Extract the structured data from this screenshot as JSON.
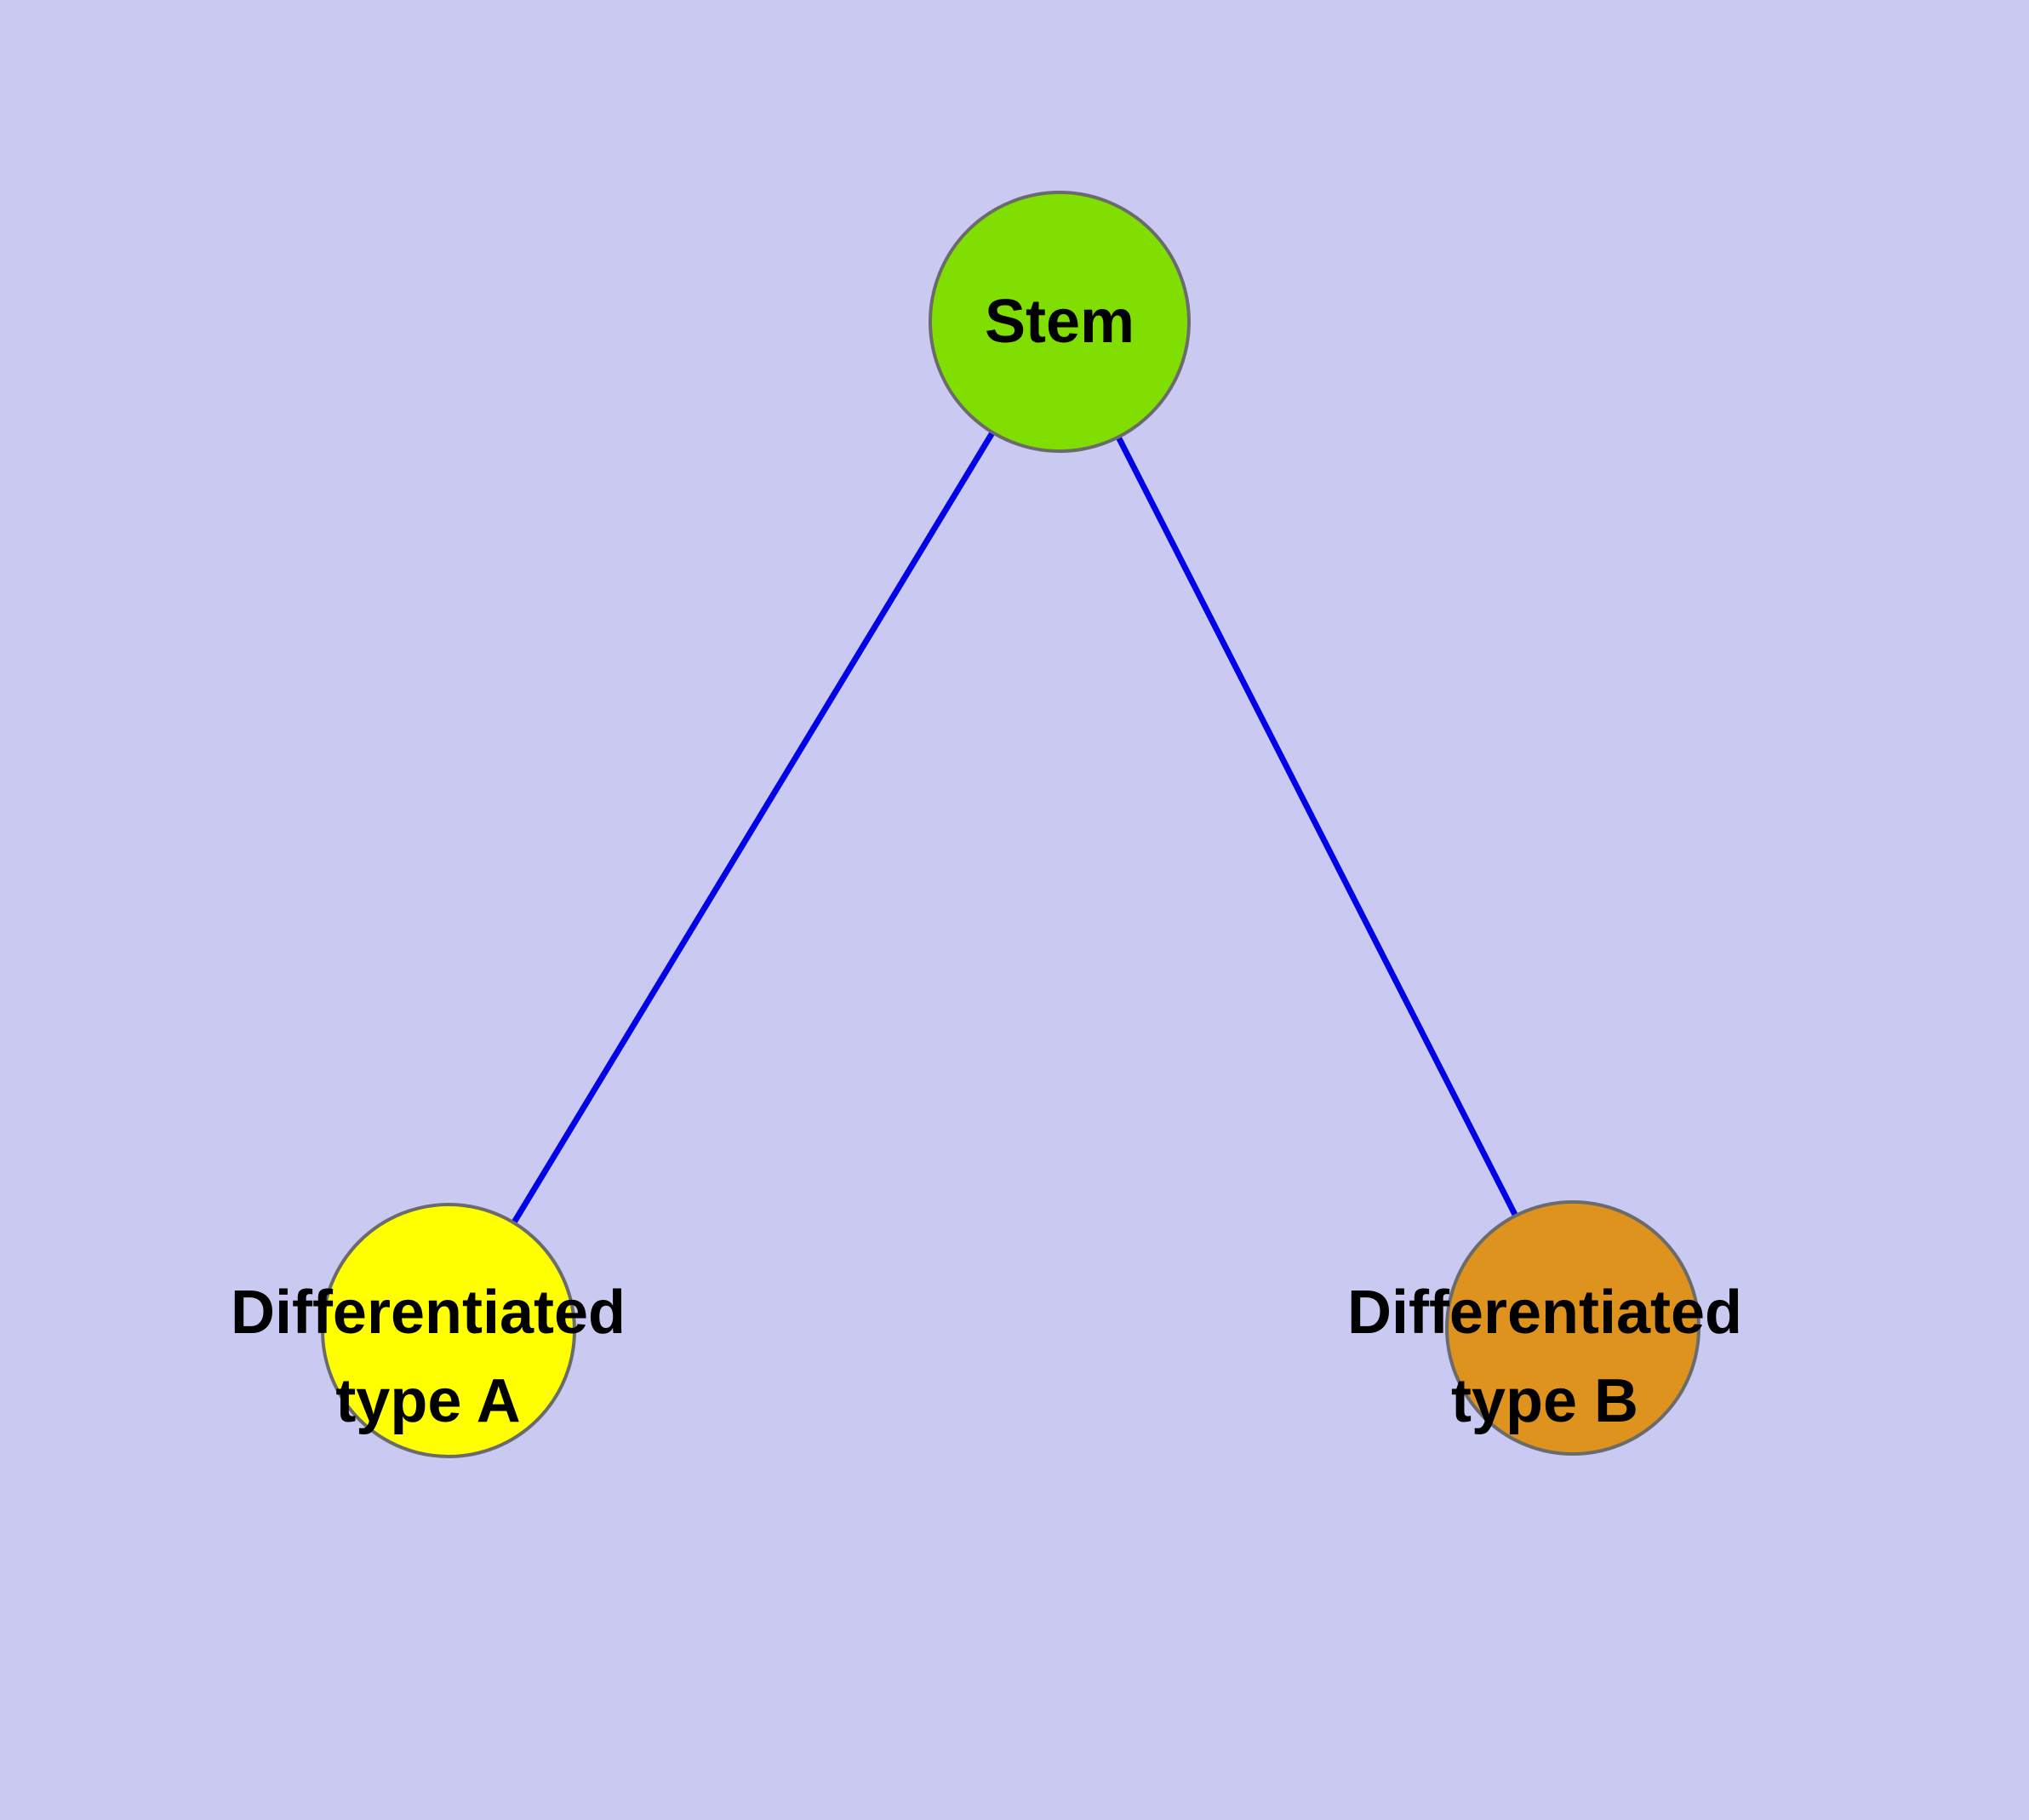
{
  "diagram": {
    "type": "graph",
    "background_color": "#c9c9f1",
    "edge_color": "#0202e6",
    "node_border_color": "#6b6b6b",
    "label_color": "#000000",
    "nodes": [
      {
        "id": "stem",
        "label": "Stem",
        "fill": "#80df00"
      },
      {
        "id": "type-a",
        "label": "Differentiated type A",
        "label_line1": "Differentiated",
        "label_line2": "type A",
        "fill": "#ffff00"
      },
      {
        "id": "type-b",
        "label": "Differentiated type B",
        "label_line1": "Differentiated",
        "label_line2": "type B",
        "fill": "#de931e"
      }
    ],
    "edges": [
      {
        "from": "stem",
        "to": "type-a"
      },
      {
        "from": "stem",
        "to": "type-b"
      }
    ]
  }
}
